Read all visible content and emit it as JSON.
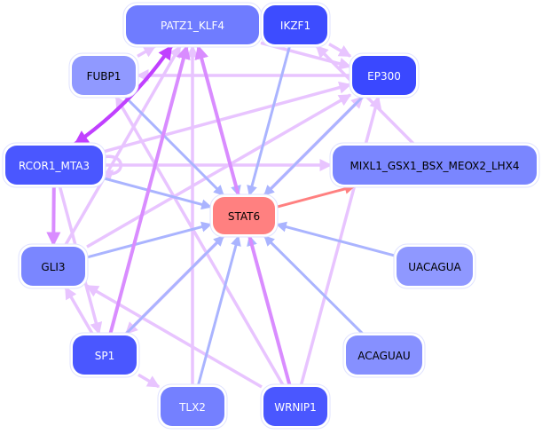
{
  "diagram": {
    "type": "regulatory-network",
    "nodes": [
      {
        "id": "PATZ1_KLF4",
        "label": "PATZ1_KLF4",
        "fill": "#6f7cff",
        "text_color": "#ffffff"
      },
      {
        "id": "IKZF1",
        "label": "IKZF1",
        "fill": "#3d4cff",
        "text_color": "#ffffff"
      },
      {
        "id": "FUBP1",
        "label": "FUBP1",
        "fill": "#9099ff",
        "text_color": "#000000"
      },
      {
        "id": "EP300",
        "label": "EP300",
        "fill": "#3a48ff",
        "text_color": "#ffffff"
      },
      {
        "id": "RCOR1_MTA3",
        "label": "RCOR1_MTA3",
        "fill": "#4a57ff",
        "text_color": "#ffffff"
      },
      {
        "id": "MIXL1",
        "label": "MIXL1_GSX1_BSX_MEOX2_LHX4",
        "fill": "#7a86ff",
        "text_color": "#000000"
      },
      {
        "id": "STAT6",
        "label": "STAT6",
        "fill": "#ff8080",
        "text_color": "#000000"
      },
      {
        "id": "GLI3",
        "label": "GLI3",
        "fill": "#7a86ff",
        "text_color": "#000000"
      },
      {
        "id": "UACAGUA",
        "label": "UACAGUA",
        "fill": "#8f98ff",
        "text_color": "#000000"
      },
      {
        "id": "SP1",
        "label": "SP1",
        "fill": "#4a57ff",
        "text_color": "#ffffff"
      },
      {
        "id": "ACAGUAU",
        "label": "ACAGUAU",
        "fill": "#8690ff",
        "text_color": "#000000"
      },
      {
        "id": "TLX2",
        "label": "TLX2",
        "fill": "#7480ff",
        "text_color": "#ffffff"
      },
      {
        "id": "WRNIP1",
        "label": "WRNIP1",
        "fill": "#4a57ff",
        "text_color": "#ffffff"
      }
    ],
    "edge_colors": {
      "to_target": "#aab4ff",
      "regulator": "#e8c4ff",
      "regulator_strong": "#d98cff",
      "regulator_strongest": "#c040ff",
      "target_out": "#ff8080"
    },
    "edges": [
      {
        "from": "PATZ1_KLF4",
        "to": "STAT6",
        "kind": "to_target"
      },
      {
        "from": "IKZF1",
        "to": "STAT6",
        "kind": "to_target"
      },
      {
        "from": "FUBP1",
        "to": "STAT6",
        "kind": "to_target"
      },
      {
        "from": "EP300",
        "to": "STAT6",
        "kind": "to_target"
      },
      {
        "from": "RCOR1_MTA3",
        "to": "STAT6",
        "kind": "to_target"
      },
      {
        "from": "GLI3",
        "to": "STAT6",
        "kind": "to_target"
      },
      {
        "from": "UACAGUA",
        "to": "STAT6",
        "kind": "to_target"
      },
      {
        "from": "SP1",
        "to": "STAT6",
        "kind": "to_target"
      },
      {
        "from": "ACAGUAU",
        "to": "STAT6",
        "kind": "to_target"
      },
      {
        "from": "TLX2",
        "to": "STAT6",
        "kind": "to_target"
      },
      {
        "from": "WRNIP1",
        "to": "STAT6",
        "kind": "to_target"
      },
      {
        "from": "STAT6",
        "to": "MIXL1",
        "kind": "target_out"
      },
      {
        "from": "PATZ1_KLF4",
        "to": "IKZF1",
        "kind": "regulator_strong"
      },
      {
        "from": "PATZ1_KLF4",
        "to": "PATZ1_KLF4",
        "kind": "regulator_strong",
        "self": true
      },
      {
        "from": "RCOR1_MTA3",
        "to": "RCOR1_MTA3",
        "kind": "regulator",
        "self": true
      },
      {
        "from": "RCOR1_MTA3",
        "to": "PATZ1_KLF4",
        "kind": "regulator_strongest"
      },
      {
        "from": "PATZ1_KLF4",
        "to": "RCOR1_MTA3",
        "kind": "regulator_strongest"
      },
      {
        "from": "FUBP1",
        "to": "PATZ1_KLF4",
        "kind": "regulator"
      },
      {
        "from": "EP300",
        "to": "FUBP1",
        "kind": "regulator"
      },
      {
        "from": "PATZ1_KLF4",
        "to": "EP300",
        "kind": "regulator"
      },
      {
        "from": "IKZF1",
        "to": "EP300",
        "kind": "regulator"
      },
      {
        "from": "RCOR1_MTA3",
        "to": "EP300",
        "kind": "regulator"
      },
      {
        "from": "RCOR1_MTA3",
        "to": "MIXL1",
        "kind": "regulator"
      },
      {
        "from": "MIXL1",
        "to": "IKZF1",
        "kind": "regulator"
      },
      {
        "from": "RCOR1_MTA3",
        "to": "GLI3",
        "kind": "regulator_strong"
      },
      {
        "from": "RCOR1_MTA3",
        "to": "SP1",
        "kind": "regulator"
      },
      {
        "from": "SP1",
        "to": "PATZ1_KLF4",
        "kind": "regulator_strong"
      },
      {
        "from": "SP1",
        "to": "GLI3",
        "kind": "regulator"
      },
      {
        "from": "SP1",
        "to": "EP300",
        "kind": "regulator"
      },
      {
        "from": "SP1",
        "to": "TLX2",
        "kind": "regulator"
      },
      {
        "from": "GLI3",
        "to": "PATZ1_KLF4",
        "kind": "regulator"
      },
      {
        "from": "GLI3",
        "to": "EP300",
        "kind": "regulator"
      },
      {
        "from": "WRNIP1",
        "to": "PATZ1_KLF4",
        "kind": "regulator_strong"
      },
      {
        "from": "WRNIP1",
        "to": "GLI3",
        "kind": "regulator"
      },
      {
        "from": "WRNIP1",
        "to": "FUBP1",
        "kind": "regulator"
      },
      {
        "from": "WRNIP1",
        "to": "EP300",
        "kind": "regulator"
      },
      {
        "from": "TLX2",
        "to": "PATZ1_KLF4",
        "kind": "regulator"
      },
      {
        "from": "EP300",
        "to": "SP1",
        "kind": "regulator"
      }
    ]
  }
}
